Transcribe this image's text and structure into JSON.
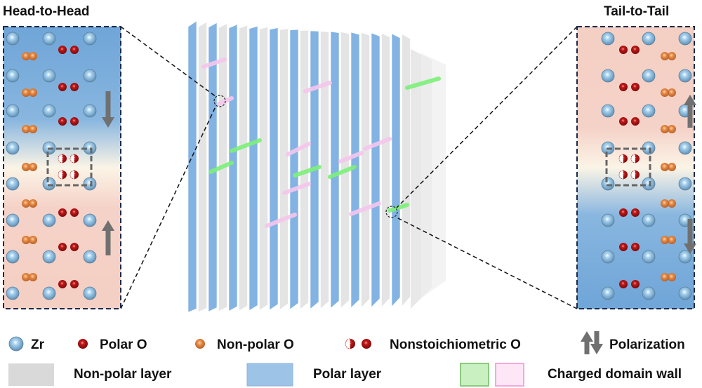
{
  "titles": {
    "left": "Head-to-Head",
    "right": "Tail-to-Tail"
  },
  "legend": {
    "zr": "Zr",
    "polar_o": "Polar O",
    "nonpolar_o": "Non-polar O",
    "nonstoich_o": "Nonstoichiometric O",
    "polarization": "Polarization",
    "nonpolar_layer": "Non-polar layer",
    "polar_layer": "Polar layer",
    "charged_wall": "Charged domain wall"
  },
  "colors": {
    "zr": "#8fc1e6",
    "polar_o": "#b01818",
    "nonpolar_o": "#e0823d",
    "polar_layer": "#9dc3e6",
    "nonpolar_layer": "#d9d9d9",
    "wall_green": "#c8f0c0",
    "wall_pink": "#fde6f6",
    "arrow": "#707070"
  }
}
